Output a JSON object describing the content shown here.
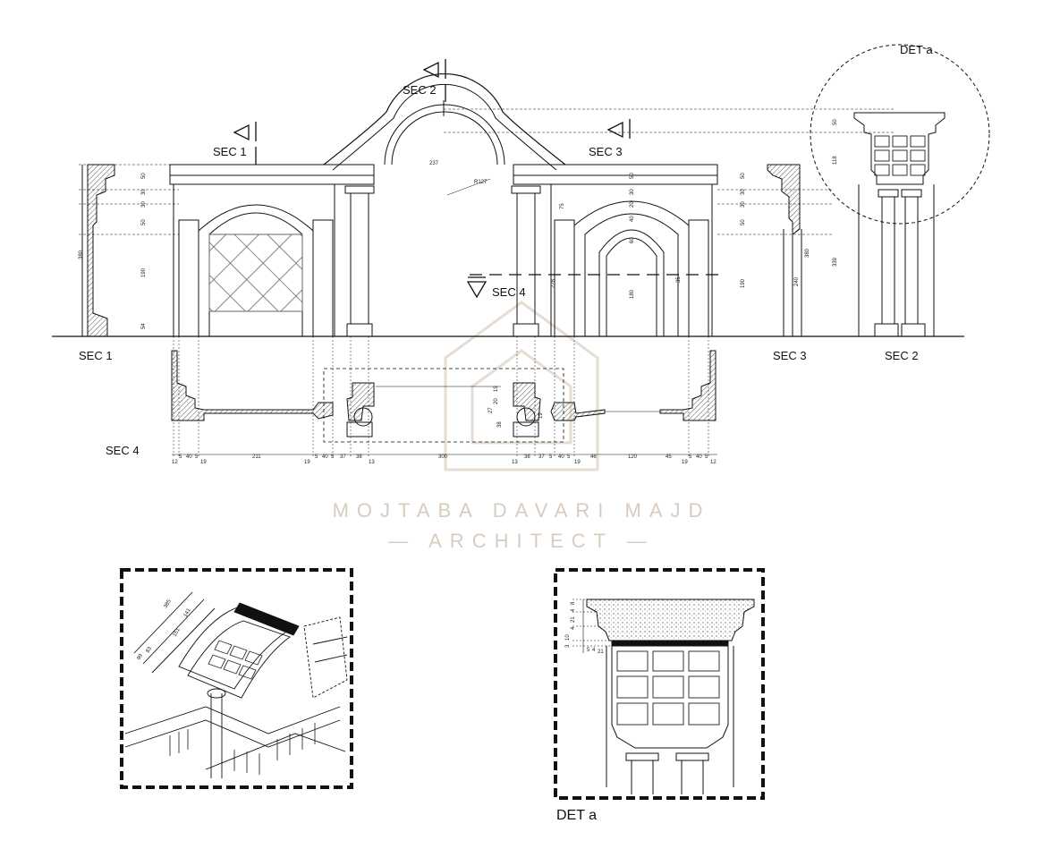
{
  "section_labels": {
    "sec1_marker": "SEC 1",
    "sec2_marker": "SEC 2",
    "sec3_marker": "SEC 3",
    "sec4_marker": "SEC 4",
    "sec1_bottom": "SEC 1",
    "sec3_bottom": "SEC 3",
    "sec2_bottom": "SEC 2",
    "sec4_bottom": "SEC 4"
  },
  "detail_labels": {
    "det_a_callout": "DET a",
    "det_a_caption": "DET a"
  },
  "watermark": {
    "name": "MOJTABA DAVARI MAJD",
    "subtitle": "— ARCHITECT —"
  },
  "dimensions": {
    "arch_width": "237",
    "arch_radius": "R127",
    "sec1_total": "380",
    "sec1_parts": [
      "50",
      "30",
      "30",
      "50",
      "190",
      "54"
    ],
    "sec3_total": "380",
    "sec3_sub": "240",
    "sec3_parts": [
      "50",
      "30",
      "30",
      "50",
      "190"
    ],
    "sec2_parts": [
      "50",
      "118",
      "339"
    ],
    "right_bay": [
      "50",
      "30",
      "20",
      "40",
      "60",
      "180",
      "75",
      "228",
      "35"
    ],
    "plan_row": [
      "12",
      "5",
      "40",
      "5",
      "19",
      "211",
      "19",
      "5",
      "40",
      "5",
      "37",
      "38",
      "13",
      "300",
      "13",
      "38",
      "37",
      "5",
      "40",
      "5",
      "19",
      "46",
      "120",
      "45",
      "19",
      "5",
      "40",
      "5",
      "12"
    ],
    "plan_center": [
      "19",
      "20",
      "27",
      "38",
      "19"
    ],
    "det_a_left": [
      "8",
      "4",
      "21",
      "4",
      "10",
      "3",
      "21",
      "5",
      "4"
    ],
    "iso_dims": [
      "141",
      "151",
      "385",
      "83",
      "99"
    ]
  },
  "colors": {
    "line": "#111111",
    "watermark": "#d8ccc0",
    "hatch": "#555555"
  }
}
